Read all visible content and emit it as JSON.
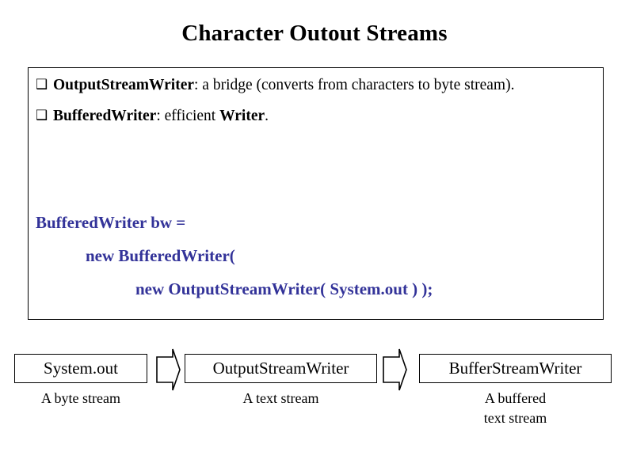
{
  "slide": {
    "title": "Character Outout Streams"
  },
  "content_box": {
    "bullets": [
      {
        "marker": "❑",
        "marker_name": "hollow-square-bullet",
        "segments": [
          {
            "text": "OutputStreamWriter",
            "bold": true
          },
          {
            "text": ": a bridge (converts from characters to byte stream).",
            "bold": false
          }
        ]
      },
      {
        "marker": "❑",
        "marker_name": "hollow-square-bullet",
        "segments": [
          {
            "text": "BufferedWriter",
            "bold": true
          },
          {
            "text": ": efficient ",
            "bold": false
          },
          {
            "text": "Writer",
            "bold": true
          },
          {
            "text": ".",
            "bold": false
          }
        ]
      }
    ],
    "code": {
      "color": "#333399",
      "lines": [
        {
          "text": "BufferedWriter bw =",
          "indent": 0
        },
        {
          "text": "new BufferedWriter(",
          "indent": 1
        },
        {
          "text": "new OutputStreamWriter( System.out ) );",
          "indent": 2
        }
      ]
    }
  },
  "diagram": {
    "arrow_glyph_name": "block-arrow-right-icon",
    "nodes": [
      {
        "box_label": "System.out",
        "caption": "A byte stream"
      },
      {
        "box_label": "OutputStreamWriter",
        "caption": "A text stream"
      },
      {
        "box_label": "BufferStreamWriter",
        "caption_line_1": "A buffered",
        "caption_line_2": "text stream"
      }
    ]
  },
  "colors": {
    "background": "#ffffff",
    "text": "#000000",
    "code_navy": "#333399",
    "border": "#000000"
  }
}
